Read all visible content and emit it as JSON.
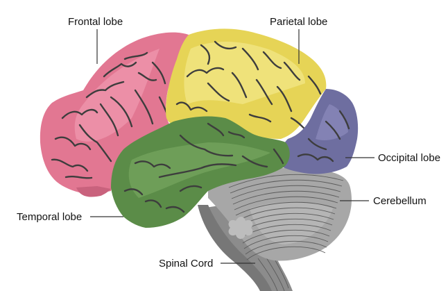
{
  "title": "Brain lobes diagram",
  "colors": {
    "frontal": "#e27792",
    "frontal_light": "#ec8fa7",
    "frontal_dark": "#c9627d",
    "parietal": "#e6d456",
    "parietal_light": "#efe27a",
    "parietal_dark": "#d3c03e",
    "temporal": "#5b8c48",
    "temporal_light": "#6e9e58",
    "occipital": "#6e6ea0",
    "occipital_light": "#8382b4",
    "cerebellum": "#a7a7a7",
    "brainstem": "#8c8c8c",
    "brainstem_dark": "#777777",
    "sulcus": "#3d3d3d"
  },
  "labels": {
    "frontal": "Frontal lobe",
    "parietal": "Parietal lobe",
    "occipital": "Occipital lobe",
    "cerebellum": "Cerebellum",
    "temporal": "Temporal lobe",
    "spinal": "Spinal Cord"
  }
}
